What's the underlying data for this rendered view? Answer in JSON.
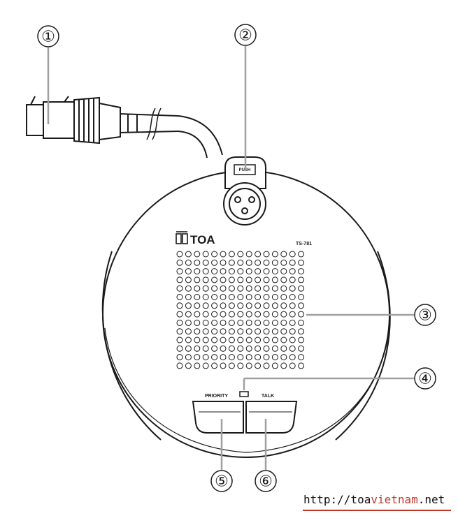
{
  "callouts": [
    "①",
    "②",
    "③",
    "④",
    "⑤",
    "⑥"
  ],
  "brand": "TOA",
  "model": "TS-781",
  "connector_label": "PUSH",
  "buttons": {
    "left": "PRIORITY",
    "right": "TALK"
  },
  "watermark": {
    "prefix": "http://toa",
    "highlight": "vietnam",
    "suffix": ".net"
  }
}
